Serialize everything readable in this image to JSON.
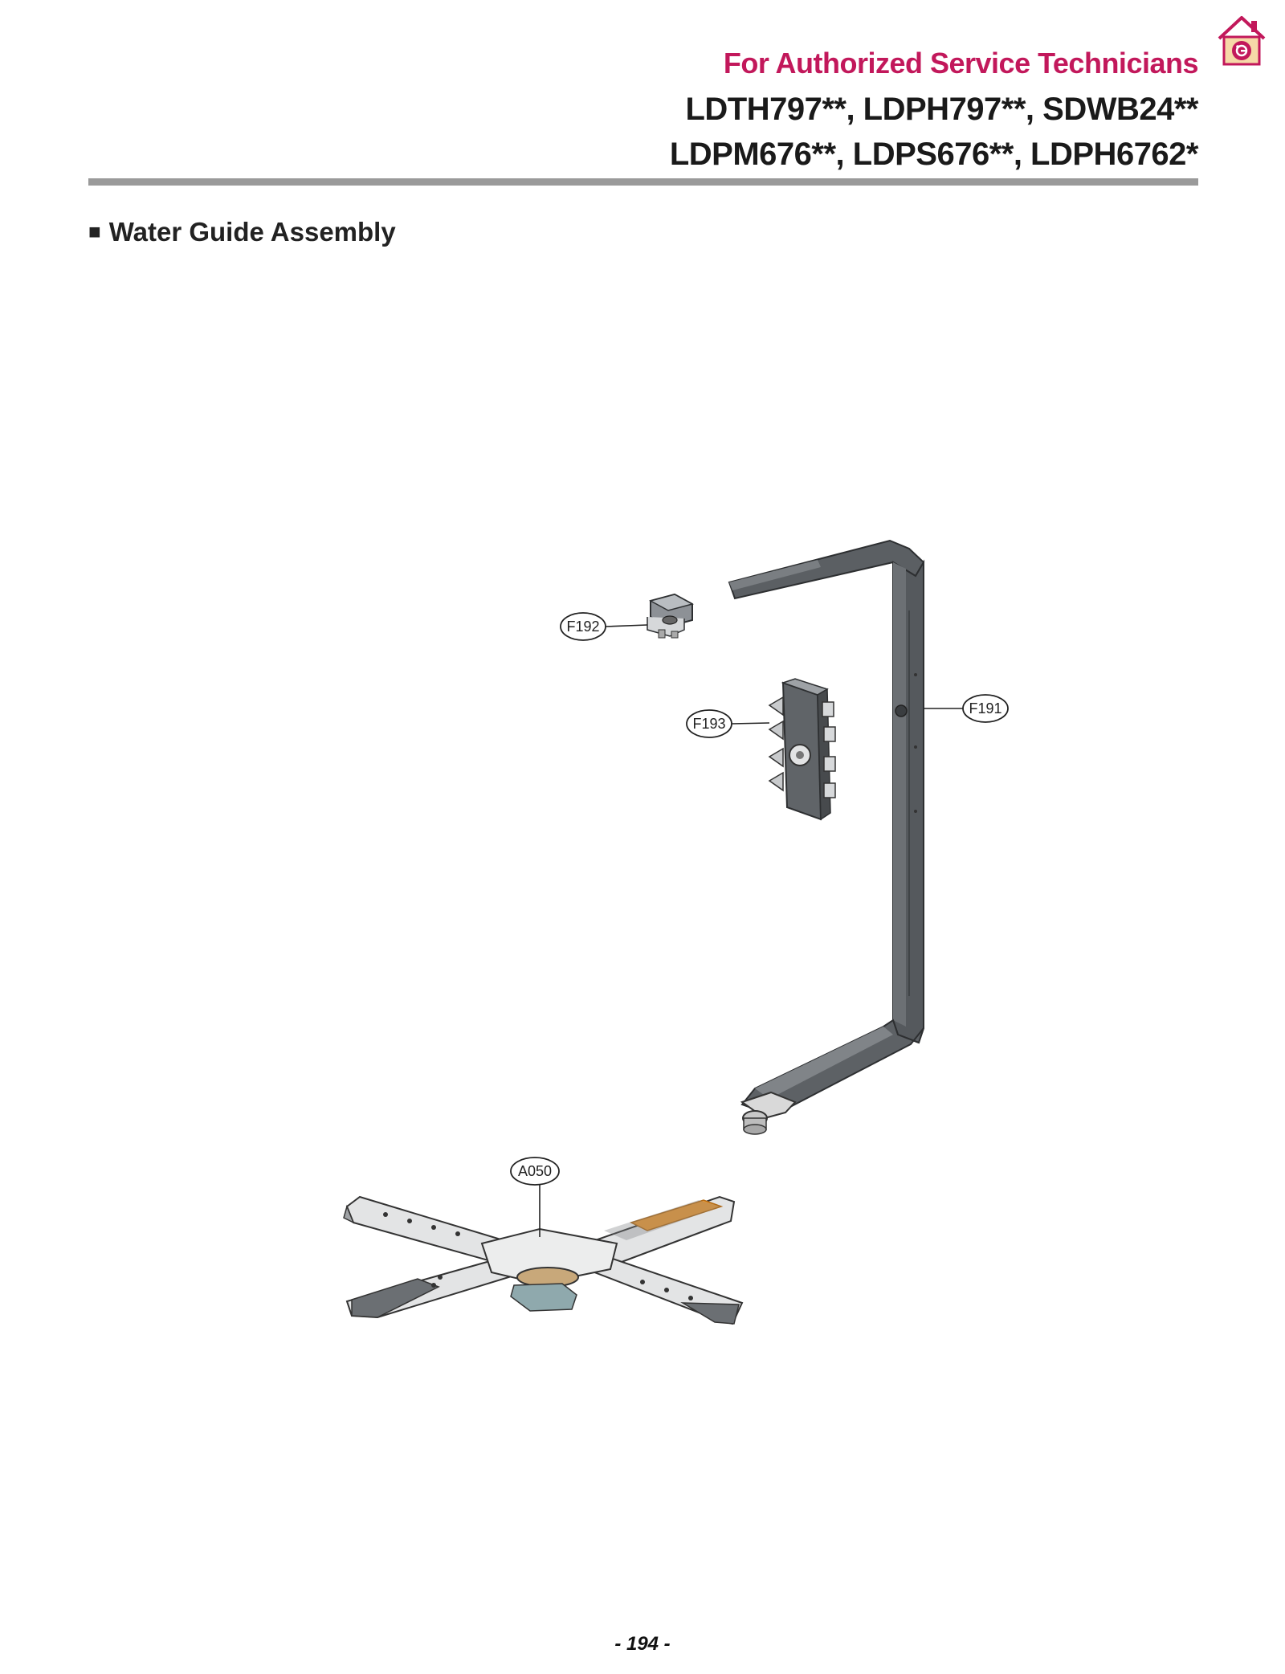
{
  "header": {
    "audience": "For Authorized Service Technicians",
    "models_line1": "LDTH797**, LDPH797**, SDWB24**",
    "models_line2": "LDPM676**, LDPS676**, LDPH6762*",
    "accent_color": "#c2185b",
    "logo_icon": "lg-house-logo-icon"
  },
  "section": {
    "bullet": "■",
    "title": "Water Guide Assembly"
  },
  "callouts": {
    "f192": "F192",
    "f193": "F193",
    "f191": "F191",
    "a050": "A050"
  },
  "footer": {
    "page_number": "- 194 -"
  }
}
